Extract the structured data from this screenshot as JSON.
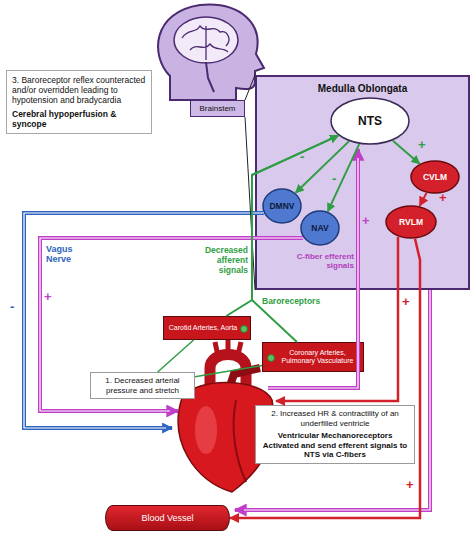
{
  "diagram": {
    "nodes": [
      {
        "text": [
          "3. Baroreceptor reflex counteracted and/or overridden leading to hypotension and bradycardia",
          "Cerebral hypoperfusion & syncope"
        ]
      },
      {
        "text": [
          "Brainstem"
        ]
      },
      {
        "text": [
          "Medulla Oblongata"
        ]
      },
      {
        "text": [
          "NTS"
        ],
        "in": 2
      },
      {
        "text": [
          "DMNV"
        ],
        "in": 2
      },
      {
        "text": [
          "NAV"
        ],
        "in": 2
      },
      {
        "text": [
          "CVLM"
        ],
        "in": 2
      },
      {
        "text": [
          "RVLM"
        ],
        "in": 2
      },
      {
        "text": [
          "Carotid Arteries, Aorta"
        ]
      },
      {
        "text": [
          "Coronary Arteries, Pulmonary Vasculature"
        ]
      },
      {
        "text": [
          "1. Decreased arterial pressure and stretch"
        ]
      },
      {
        "text": [
          "2. Increased HR & contractility of an underfilled ventricle",
          "Ventricular Mechanoreceptors Activated and send efferent signals to NTS via C-fibers"
        ]
      },
      {
        "text": [
          "Blood Vessel"
        ]
      }
    ],
    "edges": [
      {
        "from": 1,
        "to": 2,
        "arrow": "none"
      },
      {
        "from": 3,
        "to": 4,
        "arrow": "to"
      },
      {
        "from": 3,
        "to": 5,
        "arrow": "to"
      },
      {
        "from": 3,
        "to": 6,
        "arrow": "to"
      },
      {
        "from": 6,
        "to": 7,
        "arrow": "to"
      },
      {
        "from": 8,
        "to": 3,
        "arrow": "to"
      },
      {
        "from": 9,
        "to": 3,
        "arrow": "to"
      },
      {
        "from": 10,
        "to": 8,
        "arrow": "none"
      },
      {
        "from": 10,
        "to": 9,
        "arrow": "none"
      },
      {
        "from": 7,
        "to": 12,
        "arrow": "to"
      }
    ],
    "labels": [
      "Vagus Nerve",
      "Decreased afferent signals",
      "Baroreceptors",
      "C-fiber efferent signals",
      "-",
      "-",
      "+",
      "+",
      "-",
      "+",
      "+",
      "+",
      "+"
    ]
  }
}
